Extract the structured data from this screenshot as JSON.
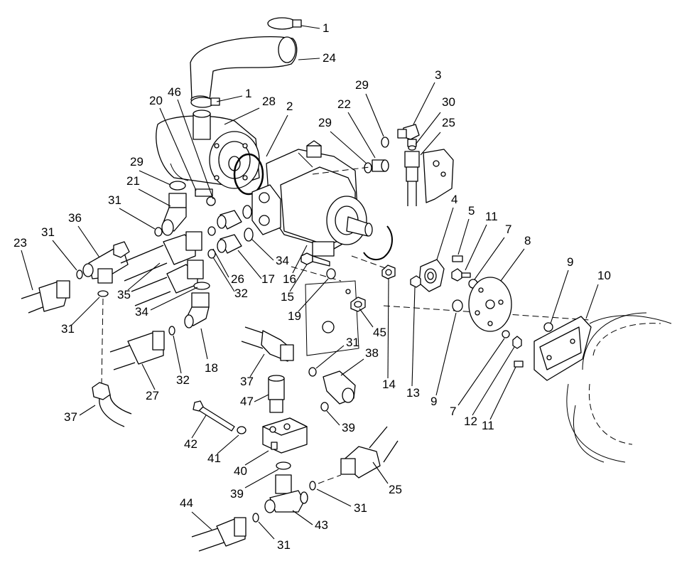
{
  "callouts": [
    {
      "id": "c1a",
      "text": "1"
    },
    {
      "id": "c24",
      "text": "24"
    },
    {
      "id": "c46",
      "text": "46"
    },
    {
      "id": "c1b",
      "text": "1"
    },
    {
      "id": "c20",
      "text": "20"
    },
    {
      "id": "c28",
      "text": "28"
    },
    {
      "id": "c2",
      "text": "2"
    },
    {
      "id": "c29a",
      "text": "29"
    },
    {
      "id": "c22",
      "text": "22"
    },
    {
      "id": "c29b",
      "text": "29"
    },
    {
      "id": "c3",
      "text": "3"
    },
    {
      "id": "c30",
      "text": "30"
    },
    {
      "id": "c25a",
      "text": "25"
    },
    {
      "id": "c29c",
      "text": "29"
    },
    {
      "id": "c21",
      "text": "21"
    },
    {
      "id": "c31a",
      "text": "31"
    },
    {
      "id": "c36",
      "text": "36"
    },
    {
      "id": "c31b",
      "text": "31"
    },
    {
      "id": "c23",
      "text": "23"
    },
    {
      "id": "c4",
      "text": "4"
    },
    {
      "id": "c5",
      "text": "5"
    },
    {
      "id": "c11a",
      "text": "11"
    },
    {
      "id": "c7a",
      "text": "7"
    },
    {
      "id": "c8",
      "text": "8"
    },
    {
      "id": "c9a",
      "text": "9"
    },
    {
      "id": "c10",
      "text": "10"
    },
    {
      "id": "c34a",
      "text": "34"
    },
    {
      "id": "c17",
      "text": "17"
    },
    {
      "id": "c32a",
      "text": "32"
    },
    {
      "id": "c16",
      "text": "16"
    },
    {
      "id": "c15",
      "text": "15"
    },
    {
      "id": "c19",
      "text": "19"
    },
    {
      "id": "c35",
      "text": "35"
    },
    {
      "id": "c26",
      "text": "26"
    },
    {
      "id": "c34b",
      "text": "34"
    },
    {
      "id": "c31c",
      "text": "31"
    },
    {
      "id": "c45",
      "text": "45"
    },
    {
      "id": "c18",
      "text": "18"
    },
    {
      "id": "c32b",
      "text": "32"
    },
    {
      "id": "c27",
      "text": "27"
    },
    {
      "id": "c31d",
      "text": "31"
    },
    {
      "id": "c38",
      "text": "38"
    },
    {
      "id": "c37a",
      "text": "37"
    },
    {
      "id": "c14",
      "text": "14"
    },
    {
      "id": "c13",
      "text": "13"
    },
    {
      "id": "c9b",
      "text": "9"
    },
    {
      "id": "c7b",
      "text": "7"
    },
    {
      "id": "c12",
      "text": "12"
    },
    {
      "id": "c11b",
      "text": "11"
    },
    {
      "id": "c47",
      "text": "47"
    },
    {
      "id": "c37b",
      "text": "37"
    },
    {
      "id": "c39a",
      "text": "39"
    },
    {
      "id": "c42",
      "text": "42"
    },
    {
      "id": "c41",
      "text": "41"
    },
    {
      "id": "c40",
      "text": "40"
    },
    {
      "id": "c39b",
      "text": "39"
    },
    {
      "id": "c25b",
      "text": "25"
    },
    {
      "id": "c31e",
      "text": "31"
    },
    {
      "id": "c44",
      "text": "44"
    },
    {
      "id": "c43",
      "text": "43"
    },
    {
      "id": "c31f",
      "text": "31"
    }
  ]
}
